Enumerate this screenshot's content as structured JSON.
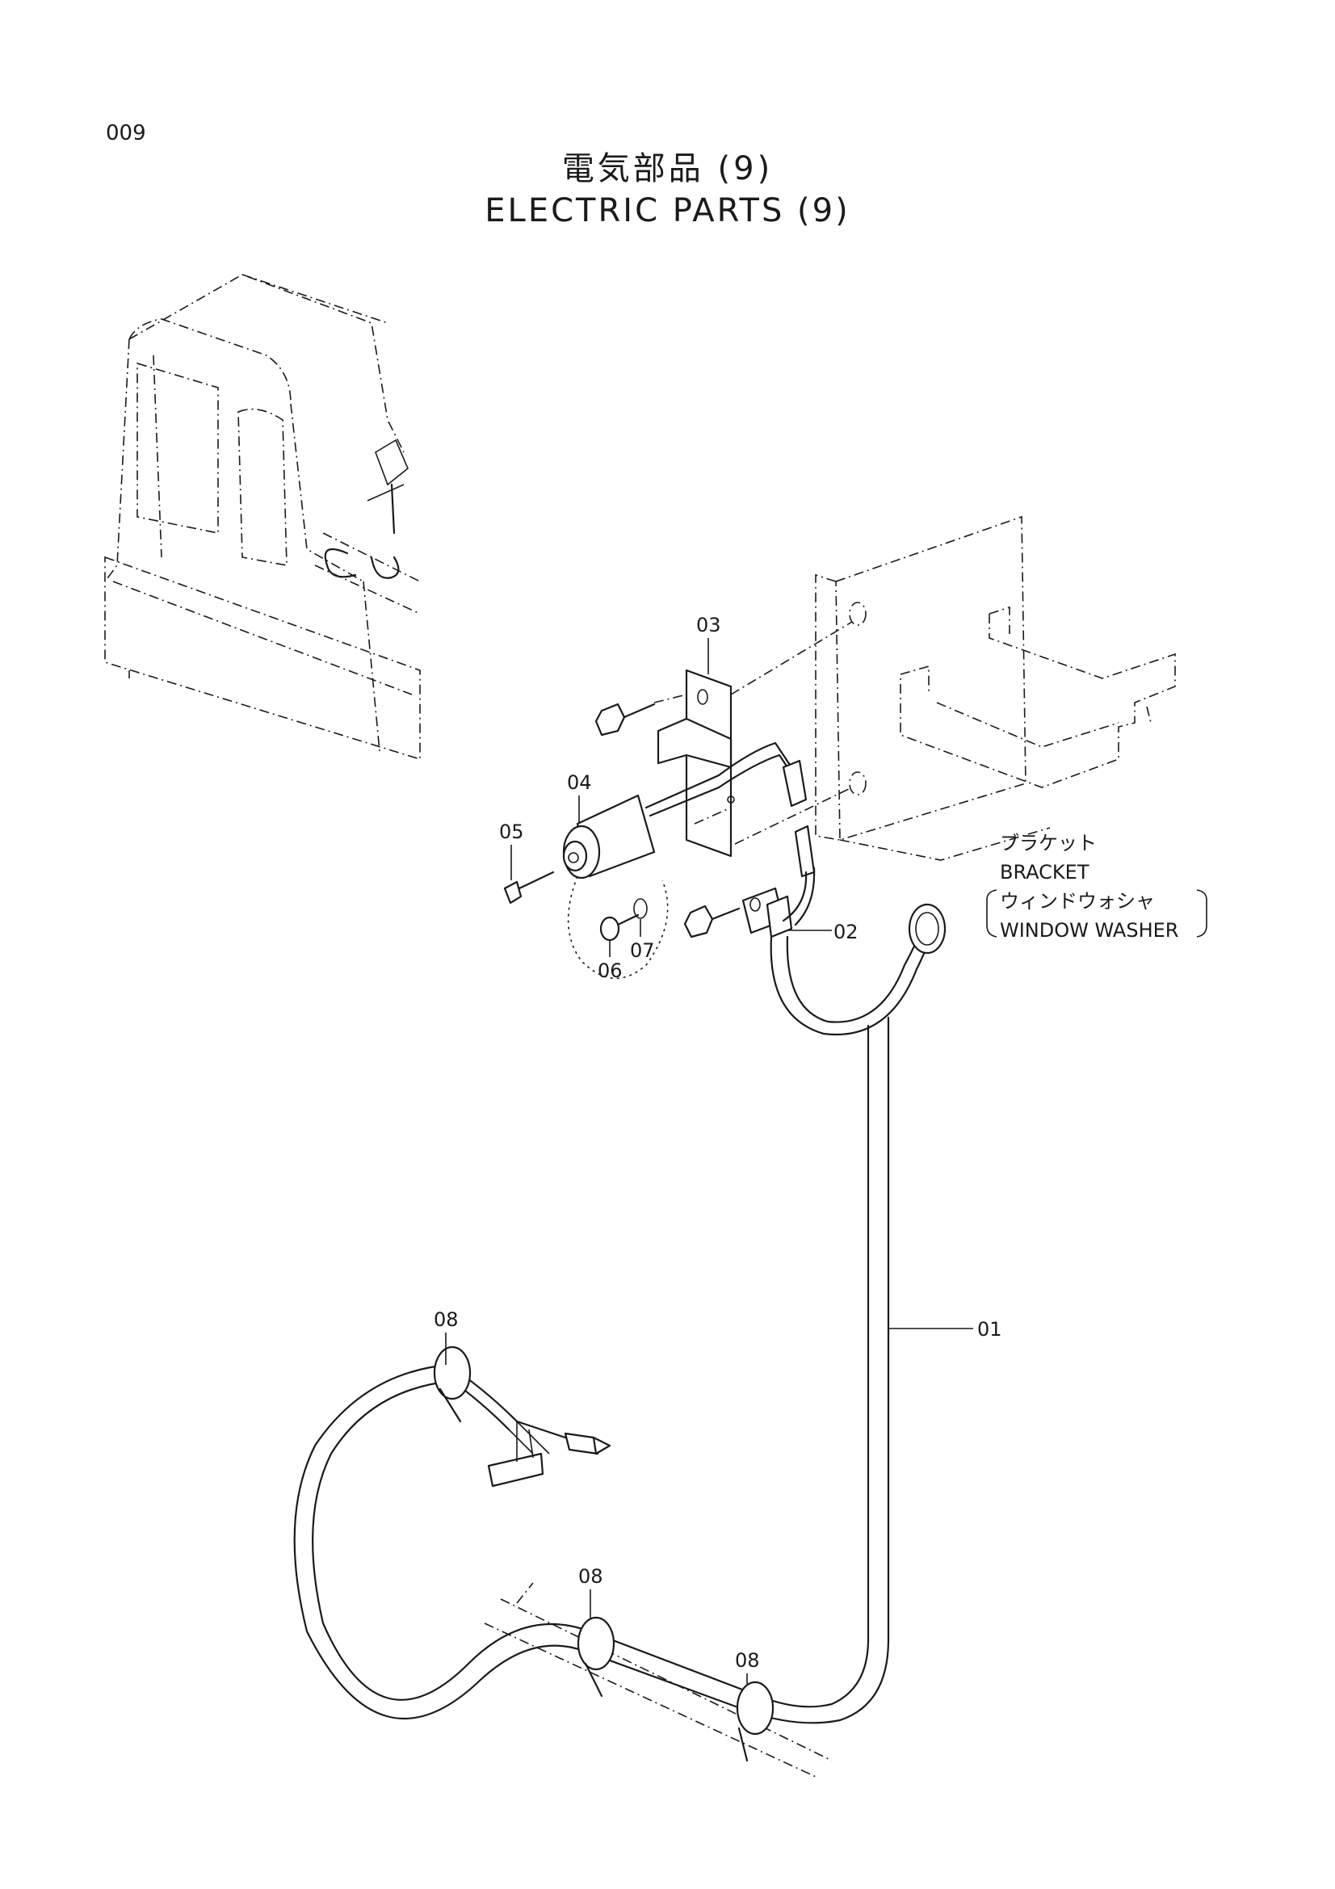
{
  "page": {
    "number": "009"
  },
  "title": {
    "japanese": "電気部品 (9)",
    "english": "ELECTRIC PARTS (9)"
  },
  "callouts": [
    {
      "id": "01",
      "label": "01"
    },
    {
      "id": "02",
      "label": "02"
    },
    {
      "id": "03",
      "label": "03"
    },
    {
      "id": "04",
      "label": "04"
    },
    {
      "id": "05",
      "label": "05"
    },
    {
      "id": "06",
      "label": "06"
    },
    {
      "id": "07",
      "label": "07"
    },
    {
      "id": "08a",
      "label": "08"
    },
    {
      "id": "08b",
      "label": "08"
    },
    {
      "id": "08c",
      "label": "08"
    }
  ],
  "bracket_note": {
    "line1": "ブラケット",
    "line2": "BRACKET",
    "line3": "ウィンドウォシャ",
    "line4": "WINDOW WASHER"
  }
}
